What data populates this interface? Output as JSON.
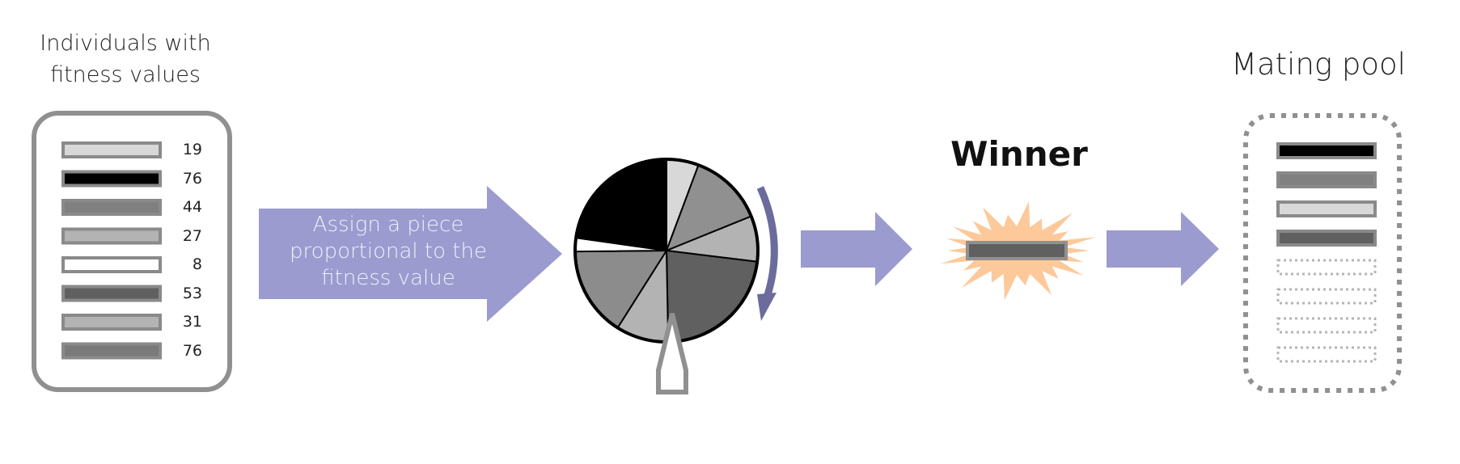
{
  "population": {
    "title_line1": "Individuals with",
    "title_line2": "fitness values",
    "individuals": [
      {
        "fitness": "19",
        "fill": "#d8d8d8"
      },
      {
        "fitness": "76",
        "fill": "#000000"
      },
      {
        "fitness": "44",
        "fill": "#808080"
      },
      {
        "fitness": "27",
        "fill": "#b3b3b3"
      },
      {
        "fitness": "8",
        "fill": "#ffffff"
      },
      {
        "fitness": "53",
        "fill": "#606060"
      },
      {
        "fitness": "31",
        "fill": "#b3b3b3"
      },
      {
        "fitness": "76",
        "fill": "#7a7a7a"
      }
    ]
  },
  "step_arrow": {
    "line1": "Assign a piece",
    "line2": "proportional to the",
    "line3": "fitness value",
    "color": "#9b9bcf"
  },
  "roulette": {
    "slices": [
      {
        "fitness": 19,
        "fill": "#d8d8d8"
      },
      {
        "fitness": 44,
        "fill": "#909090"
      },
      {
        "fitness": 27,
        "fill": "#b3b3b3"
      },
      {
        "fitness": 76,
        "fill": "#606060"
      },
      {
        "fitness": 31,
        "fill": "#b3b3b3"
      },
      {
        "fitness": 53,
        "fill": "#8c8c8c"
      },
      {
        "fitness": 8,
        "fill": "#ffffff"
      },
      {
        "fitness": 76,
        "fill": "#000000"
      }
    ],
    "spin_arrow_color": "#6b6b9c"
  },
  "winner": {
    "title": "Winner",
    "burst_color": "#fdc99a",
    "fill": "#606060"
  },
  "mating_pool": {
    "title": "Mating pool",
    "filled": [
      "#000000",
      "#808080",
      "#d8d8d8",
      "#606060"
    ],
    "empty_slots": 4
  }
}
